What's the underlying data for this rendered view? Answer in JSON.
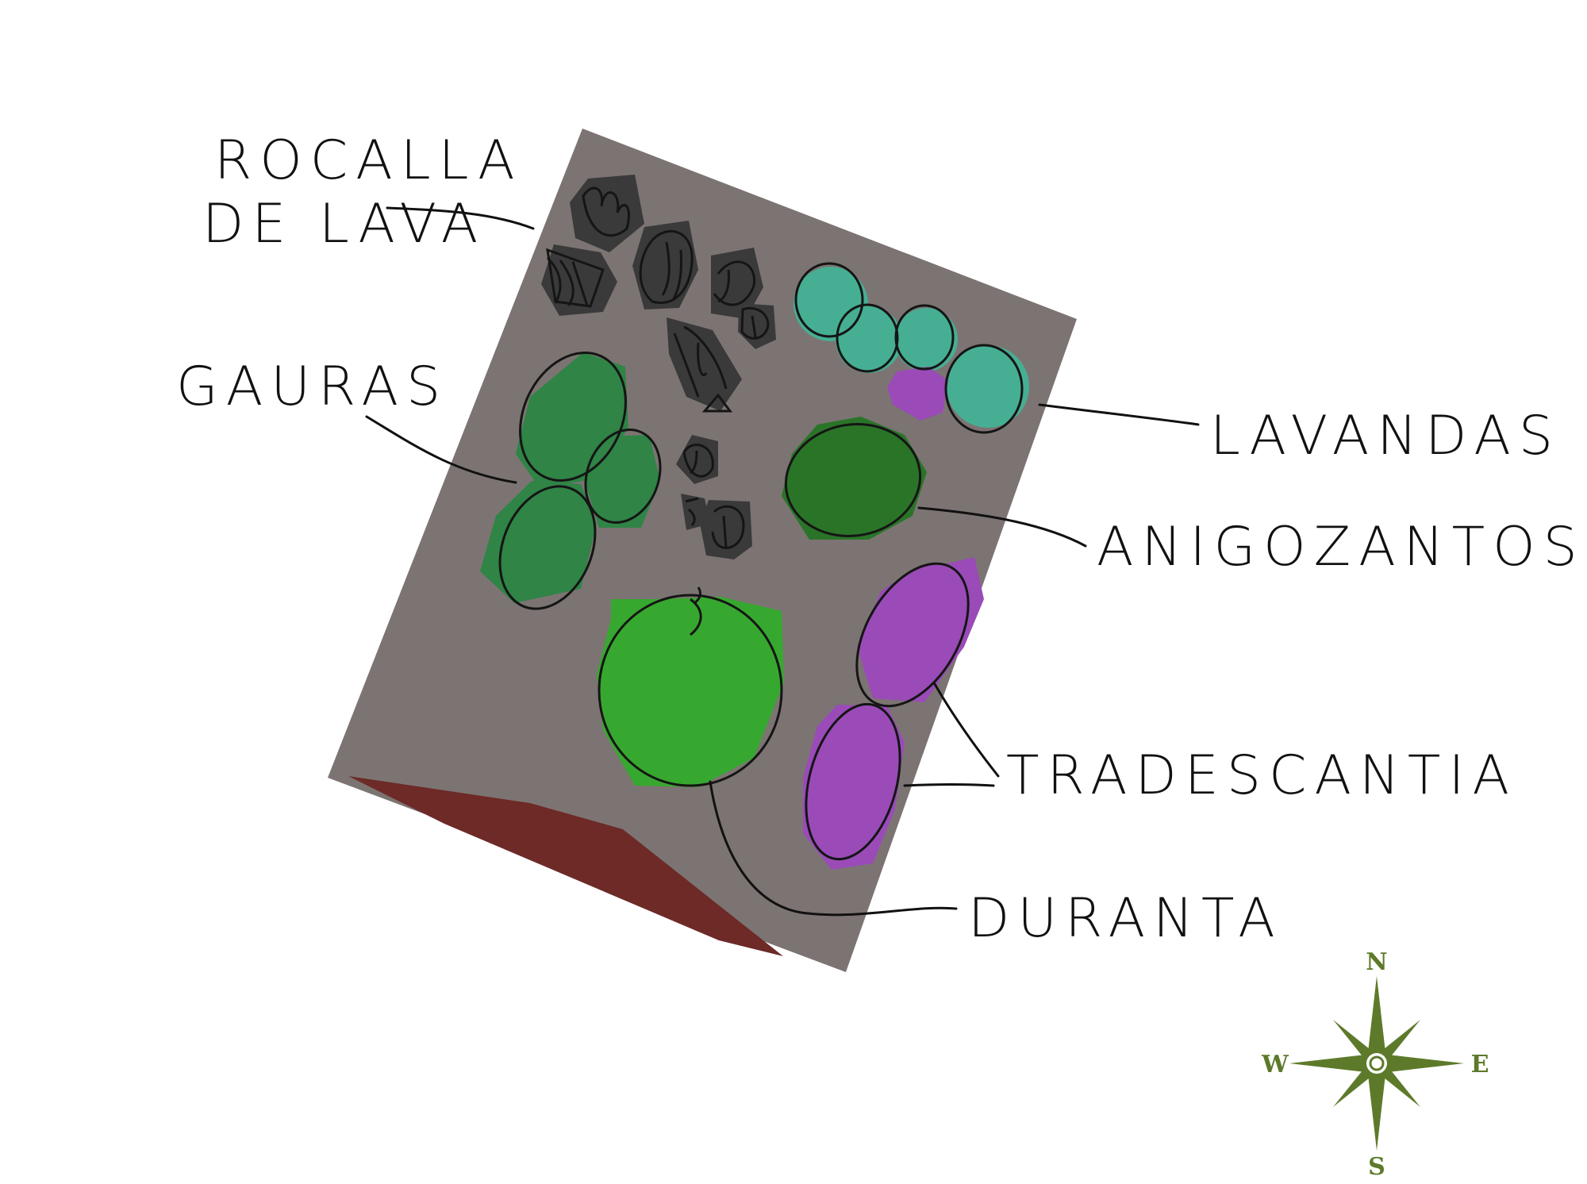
{
  "labels": {
    "rocalla_line1": "ROCALLA",
    "rocalla_line2": "DE LAVA",
    "gauras": "GAURAS",
    "lavandas": "LAVANDAS",
    "anigozantos": "ANIGOZANTOS",
    "tradescantia": "TRADESCANTIA",
    "duranta": "DURANTA"
  },
  "compass": {
    "north": "N",
    "south": "S",
    "east": "E",
    "west": "W"
  },
  "colors": {
    "bed": "#7c7472",
    "border": "#6d2a27",
    "lava_rock": "#3a3a3a",
    "gaura": "#2f8446",
    "lavender": "#46ae93",
    "anigozanthos": "#2a7428",
    "duranta": "#37a82f",
    "tradescantia": "#9a4bb8",
    "compass": "#5d7a2a"
  },
  "icons": {
    "compass": "compass-rose-icon"
  }
}
